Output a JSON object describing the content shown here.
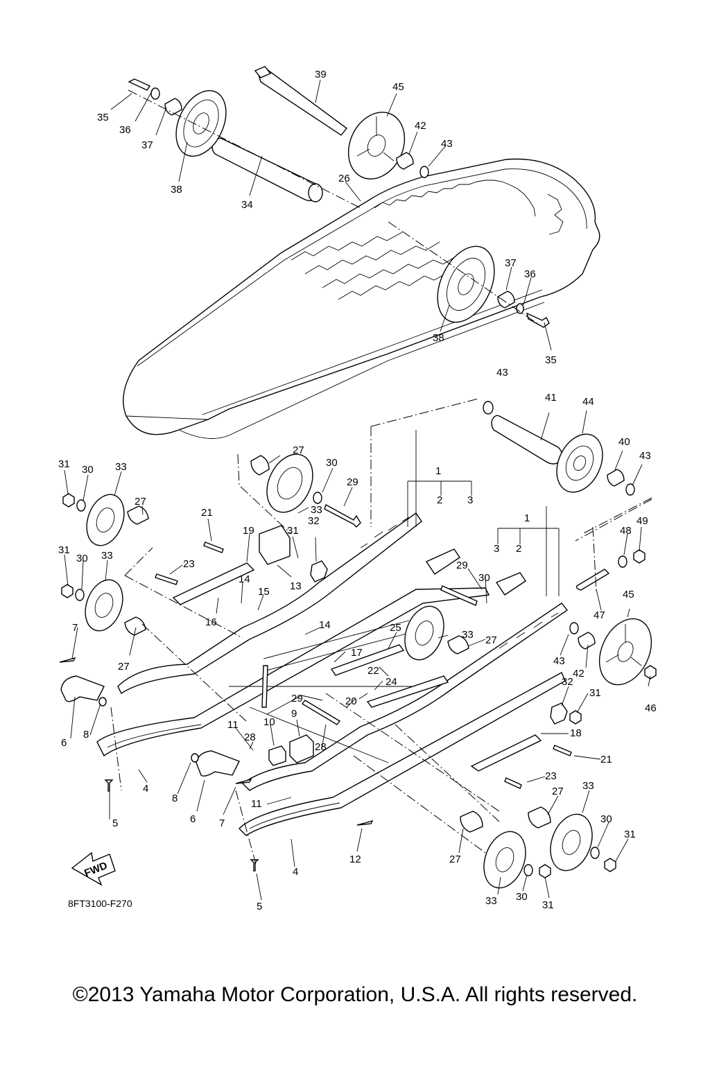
{
  "callouts": [
    "1",
    "2",
    "3",
    "4",
    "5",
    "6",
    "7",
    "8",
    "9",
    "10",
    "11",
    "12",
    "13",
    "14",
    "15",
    "16",
    "17",
    "18",
    "19",
    "20",
    "21",
    "22",
    "23",
    "24",
    "25",
    "26",
    "27",
    "28",
    "29",
    "30",
    "31",
    "32",
    "33",
    "34",
    "35",
    "36",
    "37",
    "38",
    "39",
    "40",
    "41",
    "42",
    "43",
    "44",
    "45",
    "46",
    "47",
    "48",
    "49"
  ],
  "figure_code": "8FT3100-F270",
  "fwd_label": "FWD",
  "copyright": "©2013 Yamaha Motor Corporation, U.S.A. All rights reserved."
}
